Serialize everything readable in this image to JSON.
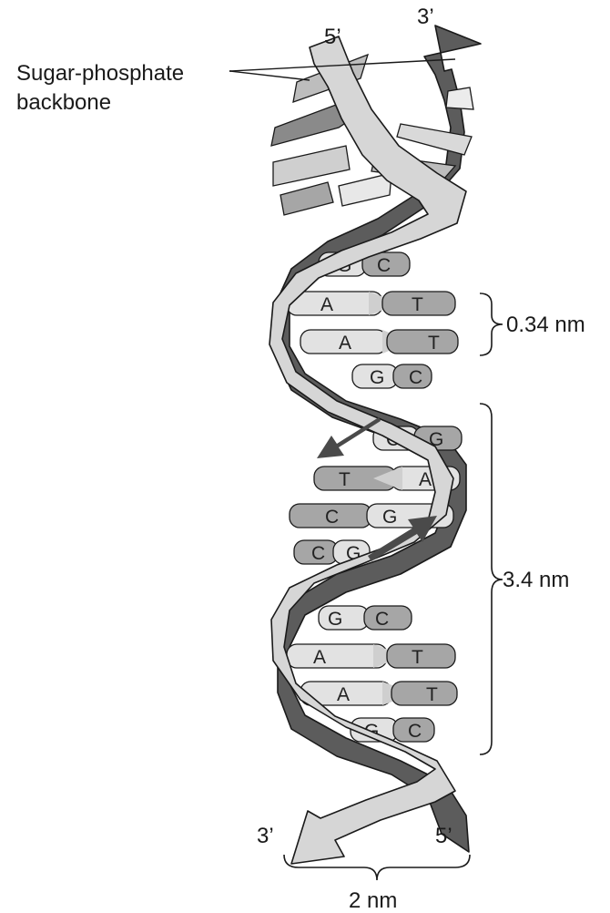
{
  "diagram": {
    "labels": {
      "backbone_line1": "Sugar-phosphate",
      "backbone_line2": "backbone",
      "top_5prime": "5’",
      "top_3prime": "3’",
      "bottom_3prime": "3’",
      "bottom_5prime": "5’",
      "rise": "0.34 nm",
      "pitch": "3.4 nm",
      "width": "2 nm"
    },
    "base_pairs": [
      {
        "left": "G",
        "right": "C"
      },
      {
        "left": "A",
        "right": "T"
      },
      {
        "left": "A",
        "right": "T"
      },
      {
        "left": "G",
        "right": "C"
      },
      {
        "left": "C",
        "right": "G"
      },
      {
        "left": "T",
        "right": "A"
      },
      {
        "left": "C",
        "right": "G"
      },
      {
        "left": "C",
        "right": "G"
      },
      {
        "left": "G",
        "right": "C"
      },
      {
        "left": "A",
        "right": "T"
      },
      {
        "left": "A",
        "right": "T"
      },
      {
        "left": "G",
        "right": "C"
      }
    ],
    "colors": {
      "light_strand": "#d6d6d6",
      "dark_strand": "#5c5c5c",
      "rung_light": "#e2e2e2",
      "rung_mid": "#a6a6a6",
      "rung_dark": "#8a8a8a",
      "arrow": "#4a4a4a"
    }
  }
}
